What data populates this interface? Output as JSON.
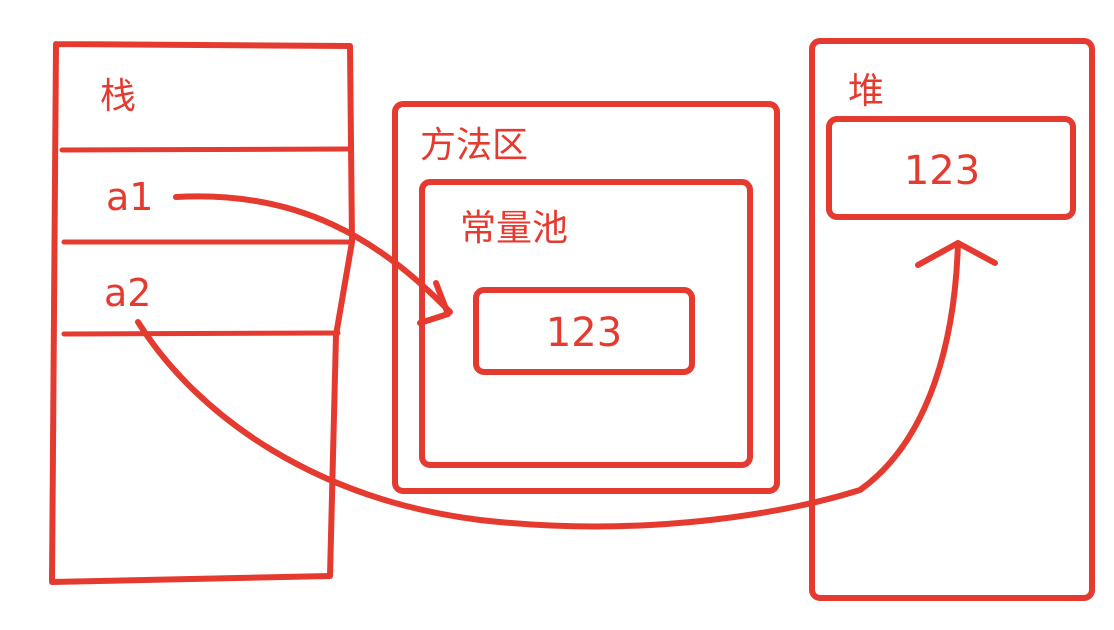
{
  "colors": {
    "ink": "#e53a2f",
    "background": "#ffffff"
  },
  "stack": {
    "title": "栈",
    "variables": [
      "a1",
      "a2"
    ]
  },
  "method_area": {
    "title": "方法区",
    "constant_pool": {
      "title": "常量池",
      "value": "123"
    }
  },
  "heap": {
    "title": "堆",
    "value": "123"
  }
}
